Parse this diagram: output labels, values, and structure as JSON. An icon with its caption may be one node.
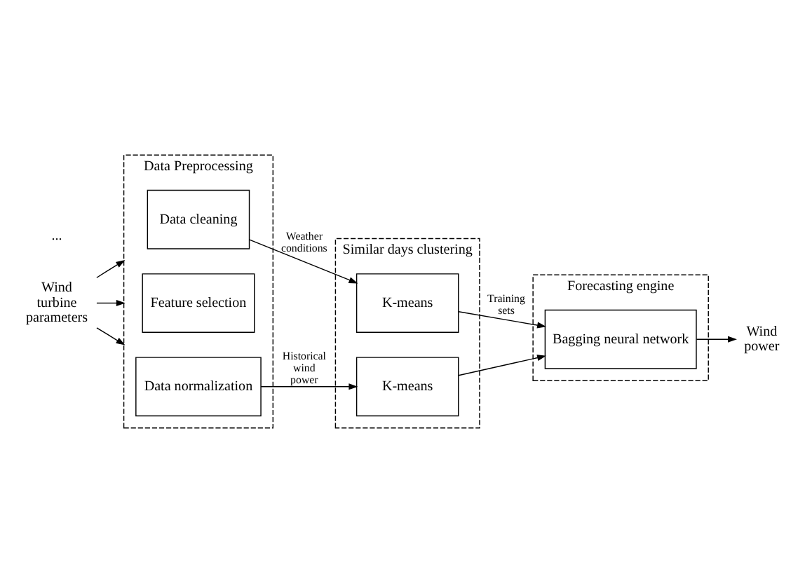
{
  "diagram": {
    "nodes": [
      {
        "text": [
          "Data Preprocessing"
        ]
      },
      {
        "text": [
          "Data cleaning"
        ],
        "in": 0
      },
      {
        "text": [
          "Feature selection"
        ],
        "in": 0
      },
      {
        "text": [
          "Data normalization"
        ],
        "in": 0
      },
      {
        "text": [
          "Similar days clustering"
        ]
      },
      {
        "text": [
          "K-means"
        ],
        "in": 4
      },
      {
        "text": [
          "K-means"
        ],
        "in": 4
      },
      {
        "text": [
          "Forecasting engine"
        ]
      },
      {
        "text": [
          "Bagging neural network"
        ],
        "in": 7
      },
      {
        "text": [
          "Wind turbine parameters"
        ]
      },
      {
        "text": [
          "Wind power"
        ]
      }
    ],
    "edges": [
      {
        "from": 9,
        "to": 0,
        "arrow": "to"
      },
      {
        "from": 9,
        "to": 0,
        "arrow": "to"
      },
      {
        "from": 9,
        "to": 0,
        "arrow": "to"
      },
      {
        "from": 1,
        "to": 5,
        "arrow": "to",
        "label": "Weather conditions"
      },
      {
        "from": 3,
        "to": 6,
        "arrow": "to",
        "label": "Historical wind power"
      },
      {
        "from": 5,
        "to": 8,
        "arrow": "to",
        "label": "Training sets"
      },
      {
        "from": 6,
        "to": 8,
        "arrow": "to"
      },
      {
        "from": 8,
        "to": 10,
        "arrow": "to"
      }
    ],
    "labels": [
      "..."
    ]
  }
}
